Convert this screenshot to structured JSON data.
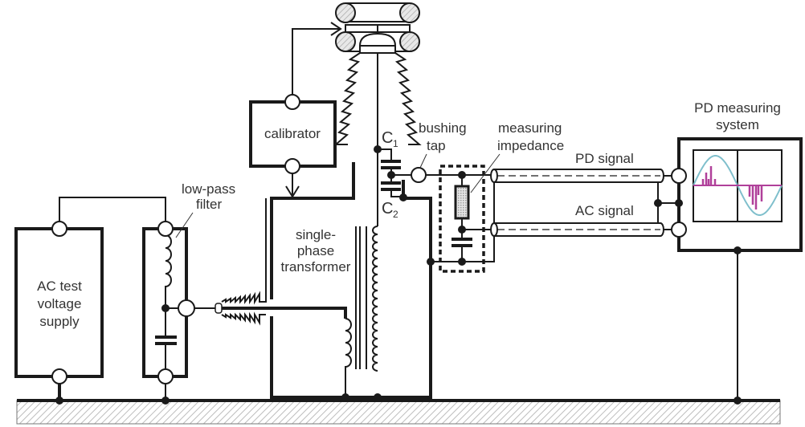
{
  "labels": {
    "ac_supply": [
      "AC test",
      "voltage",
      "supply"
    ],
    "low_pass_filter": [
      "low-pass",
      "filter"
    ],
    "calibrator": "calibrator",
    "transformer": [
      "single-",
      "phase",
      "transformer"
    ],
    "c1": "C",
    "c1_sub": "1",
    "c2": "C",
    "c2_sub": "2",
    "bushing_tap": [
      "bushing",
      "tap"
    ],
    "measuring_impedance": [
      "measuring",
      "impedance"
    ],
    "pd_signal": "PD signal",
    "ac_signal": "AC signal",
    "pd_system": [
      "PD measuring",
      "system"
    ]
  },
  "colors": {
    "line": "#1a1a1a",
    "ac_waveform": "#7fbfcc",
    "pd_pulses": "#b0409a",
    "ground_hatch": "#bdbdbd"
  }
}
